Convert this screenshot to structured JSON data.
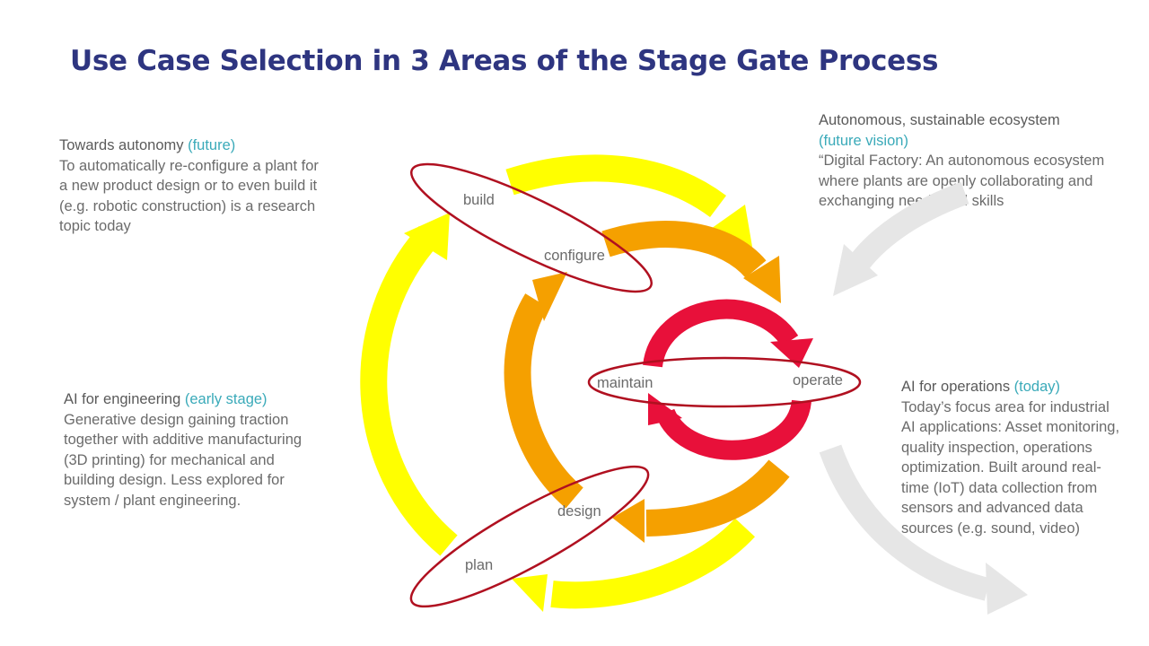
{
  "title": "Use Case Selection in 3 Areas of the Stage Gate Process",
  "blocks": {
    "autonomy": {
      "heading": "Towards autonomy ",
      "tag": "(future)",
      "body": "To automatically re-configure a plant for\na new product design or to even build it\n(e.g. robotic construction) is a research\ntopic today"
    },
    "engineering": {
      "heading": "AI for engineering ",
      "tag": "(early stage)",
      "body": "Generative design gaining traction\ntogether with additive manufacturing\n(3D printing) for mechanical and\nbuilding design. Less explored for\nsystem / plant engineering."
    },
    "ecosystem": {
      "heading": "Autonomous, sustainable ecosystem",
      "tag": "(future vision)",
      "body": "“Digital Factory: An autonomous ecosystem\nwhere plants are openly collaborating and\nexchanging needs and skills"
    },
    "operations": {
      "heading": "AI for operations ",
      "tag": "(today)",
      "body": "Today’s focus area for industrial\nAI applications: Asset monitoring,\nquality inspection, operations\noptimization. Built around real-\ntime (IoT) data collection from\nsensors and advanced data\nsources (e.g. sound, video)"
    }
  },
  "nodes": {
    "build": "build",
    "configure": "configure",
    "maintain": "maintain",
    "operate": "operate",
    "design": "design",
    "plan": "plan"
  },
  "colors": {
    "title": "#2e3580",
    "tag": "#3aaab9",
    "outer_loop": "#ffff00",
    "middle_loop": "#f5a000",
    "inner_loop": "#e8103a",
    "ellipse_stroke": "#b01020",
    "side_arrows": "#e6e6e6"
  }
}
